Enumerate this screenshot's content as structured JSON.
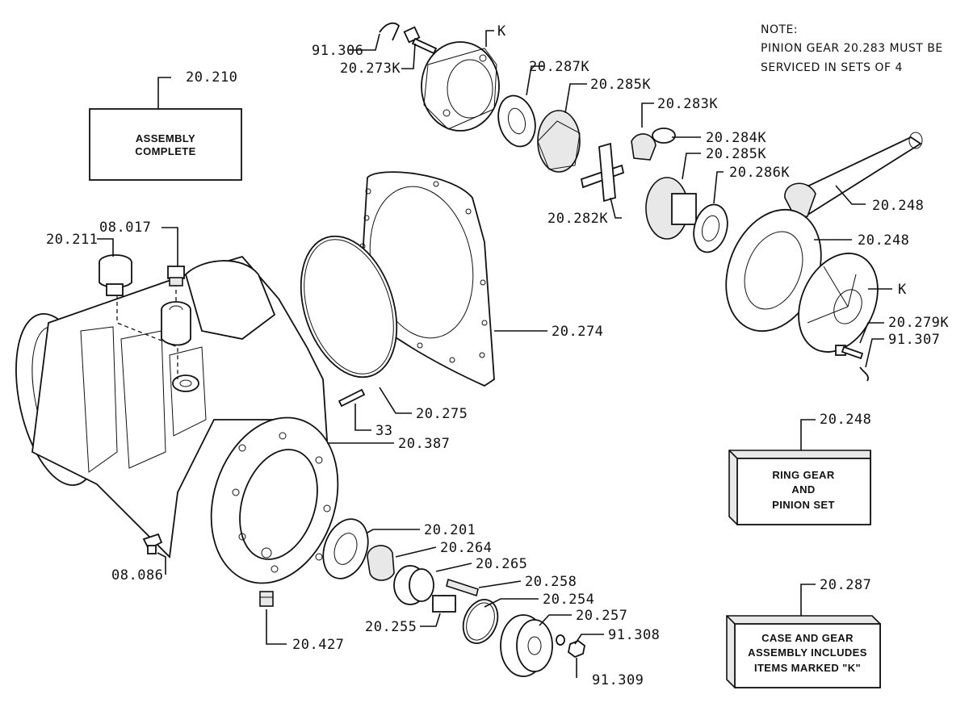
{
  "note": {
    "line1": "NOTE:",
    "line2": "PINION GEAR 20.283 MUST BE",
    "line3": "SERVICED IN SETS OF 4"
  },
  "boxes": {
    "assembly": {
      "ref": "20.210",
      "line1": "ASSEMBLY",
      "line2": "COMPLETE"
    },
    "ring_gear": {
      "ref": "20.248",
      "line1": "RING GEAR",
      "line2": "AND",
      "line3": "PINION SET"
    },
    "case_gear": {
      "ref": "20.287",
      "line1": "CASE AND GEAR",
      "line2": "ASSEMBLY INCLUDES",
      "line3": "ITEMS MARKED \"K\""
    }
  },
  "labels": {
    "l_91306": "91.306",
    "l_20273k": "20.273K",
    "l_k_top": "K",
    "l_20287k": "20.287K",
    "l_20285k_a": "20.285K",
    "l_20283k": "20.283K",
    "l_20284k": "20.284K",
    "l_20285k_b": "20.285K",
    "l_20286k": "20.286K",
    "l_20282k": "20.282K",
    "l_20248_pinion": "20.248",
    "l_20248_ring": "20.248",
    "l_k_case": "K",
    "l_20279k": "20.279K",
    "l_91307": "91.307",
    "l_08017": "08.017",
    "l_20211": "20.211",
    "l_20274": "20.274",
    "l_20275": "20.275",
    "l_33": "33",
    "l_20387": "20.387",
    "l_20201": "20.201",
    "l_20264": "20.264",
    "l_20265": "20.265",
    "l_20258": "20.258",
    "l_20254": "20.254",
    "l_20257": "20.257",
    "l_91308": "91.308",
    "l_20255": "20.255",
    "l_91309": "91.309",
    "l_08086": "08.086",
    "l_20427": "20.427"
  }
}
